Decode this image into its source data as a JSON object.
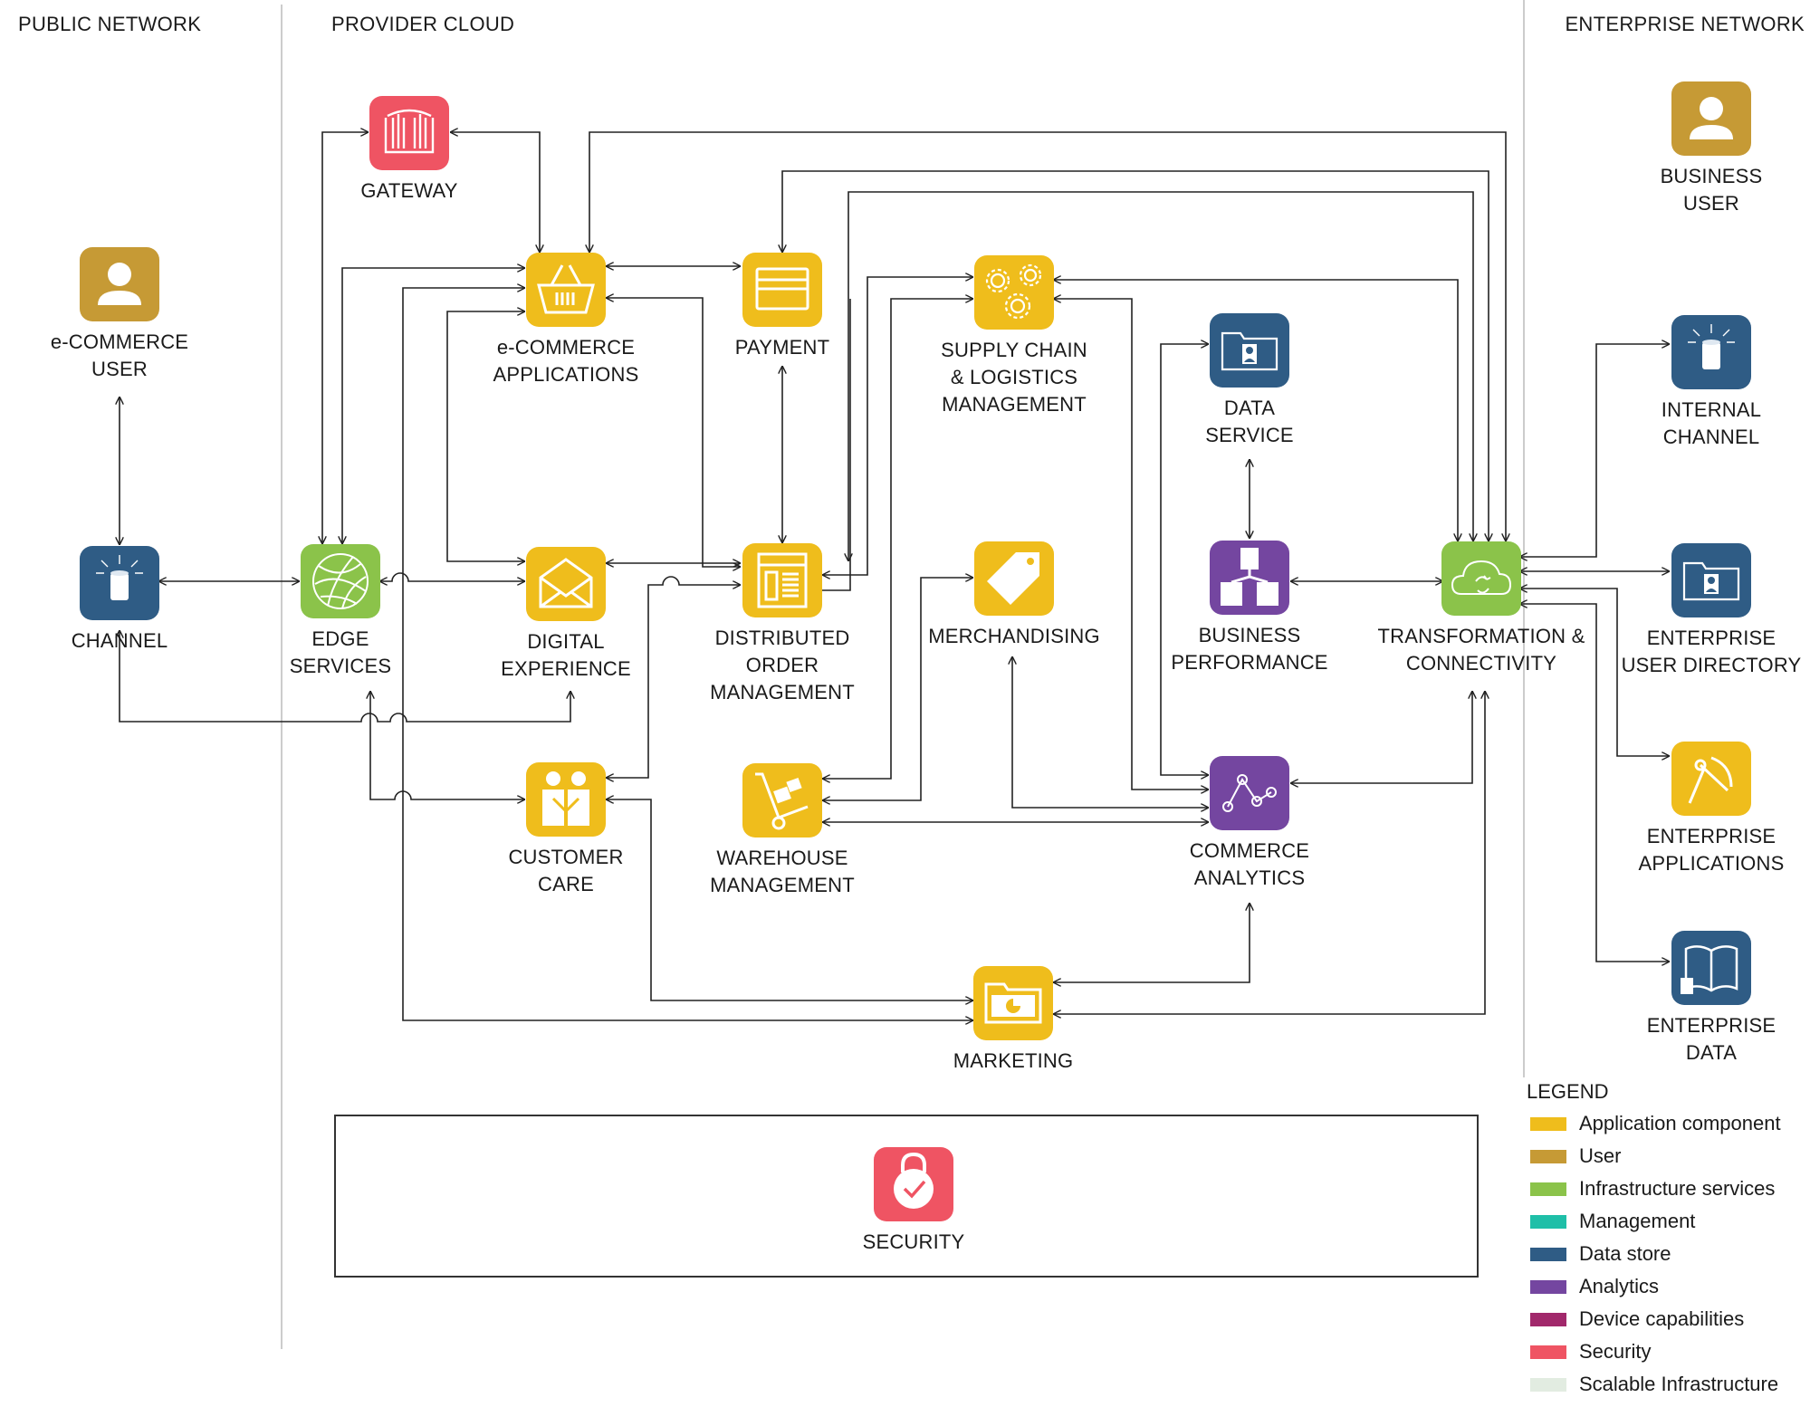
{
  "zones": {
    "public": "PUBLIC NETWORK",
    "provider": "PROVIDER CLOUD",
    "enterprise": "ENTERPRISE NETWORK"
  },
  "nodes": {
    "ecommerce_user": "e-COMMERCE\nUSER",
    "channel": "CHANNEL",
    "gateway": "GATEWAY",
    "edge_services": "EDGE\nSERVICES",
    "ecommerce_apps": "e-COMMERCE\nAPPLICATIONS",
    "payment": "PAYMENT",
    "supply_chain": "SUPPLY CHAIN\n& LOGISTICS\nMANAGEMENT",
    "data_service": "DATA\nSERVICE",
    "digital_experience": "DIGITAL\nEXPERIENCE",
    "distributed_order": "DISTRIBUTED\nORDER\nMANAGEMENT",
    "merchandising": "MERCHANDISING",
    "business_performance": "BUSINESS\nPERFORMANCE",
    "transformation": "TRANSFORMATION &\nCONNECTIVITY",
    "customer_care": "CUSTOMER\nCARE",
    "warehouse": "WAREHOUSE\nMANAGEMENT",
    "commerce_analytics": "COMMERCE\nANALYTICS",
    "marketing": "MARKETING",
    "security": "SECURITY",
    "business_user": "BUSINESS\nUSER",
    "internal_channel": "INTERNAL\nCHANNEL",
    "enterprise_user_directory": "ENTERPRISE\nUSER DIRECTORY",
    "enterprise_applications": "ENTERPRISE\nAPPLICATIONS",
    "enterprise_data": "ENTERPRISE\nDATA"
  },
  "legend": {
    "title": "LEGEND",
    "items": [
      {
        "label": "Application component",
        "color": "#efbd1c"
      },
      {
        "label": "User",
        "color": "#c69a35"
      },
      {
        "label": "Infrastructure services",
        "color": "#8bc34a"
      },
      {
        "label": "Management",
        "color": "#1fbfa8"
      },
      {
        "label": "Data store",
        "color": "#2f5c85"
      },
      {
        "label": "Analytics",
        "color": "#7446a0"
      },
      {
        "label": "Device capabilities",
        "color": "#a1286b"
      },
      {
        "label": "Security",
        "color": "#ef5463"
      },
      {
        "label": "Scalable Infrastructure",
        "color": "#e2ece1"
      }
    ]
  },
  "icons": {
    "ecommerce_user": "user-icon",
    "channel": "database-icon",
    "gateway": "gateway-icon",
    "edge_services": "globe-icon",
    "ecommerce_apps": "basket-icon",
    "payment": "card-icon",
    "supply_chain": "gears-icon",
    "data_service": "folder-user-icon",
    "digital_experience": "envelope-icon",
    "distributed_order": "document-icon",
    "merchandising": "tag-icon",
    "business_performance": "database-cluster-icon",
    "transformation": "cloud-icon",
    "customer_care": "people-icon",
    "warehouse": "hand-truck-icon",
    "commerce_analytics": "line-chart-icon",
    "marketing": "folder-chart-icon",
    "security": "lock-icon",
    "business_user": "user-icon",
    "internal_channel": "database-icon",
    "enterprise_user_directory": "folder-user-icon",
    "enterprise_applications": "compass-icon",
    "enterprise_data": "book-icon"
  }
}
